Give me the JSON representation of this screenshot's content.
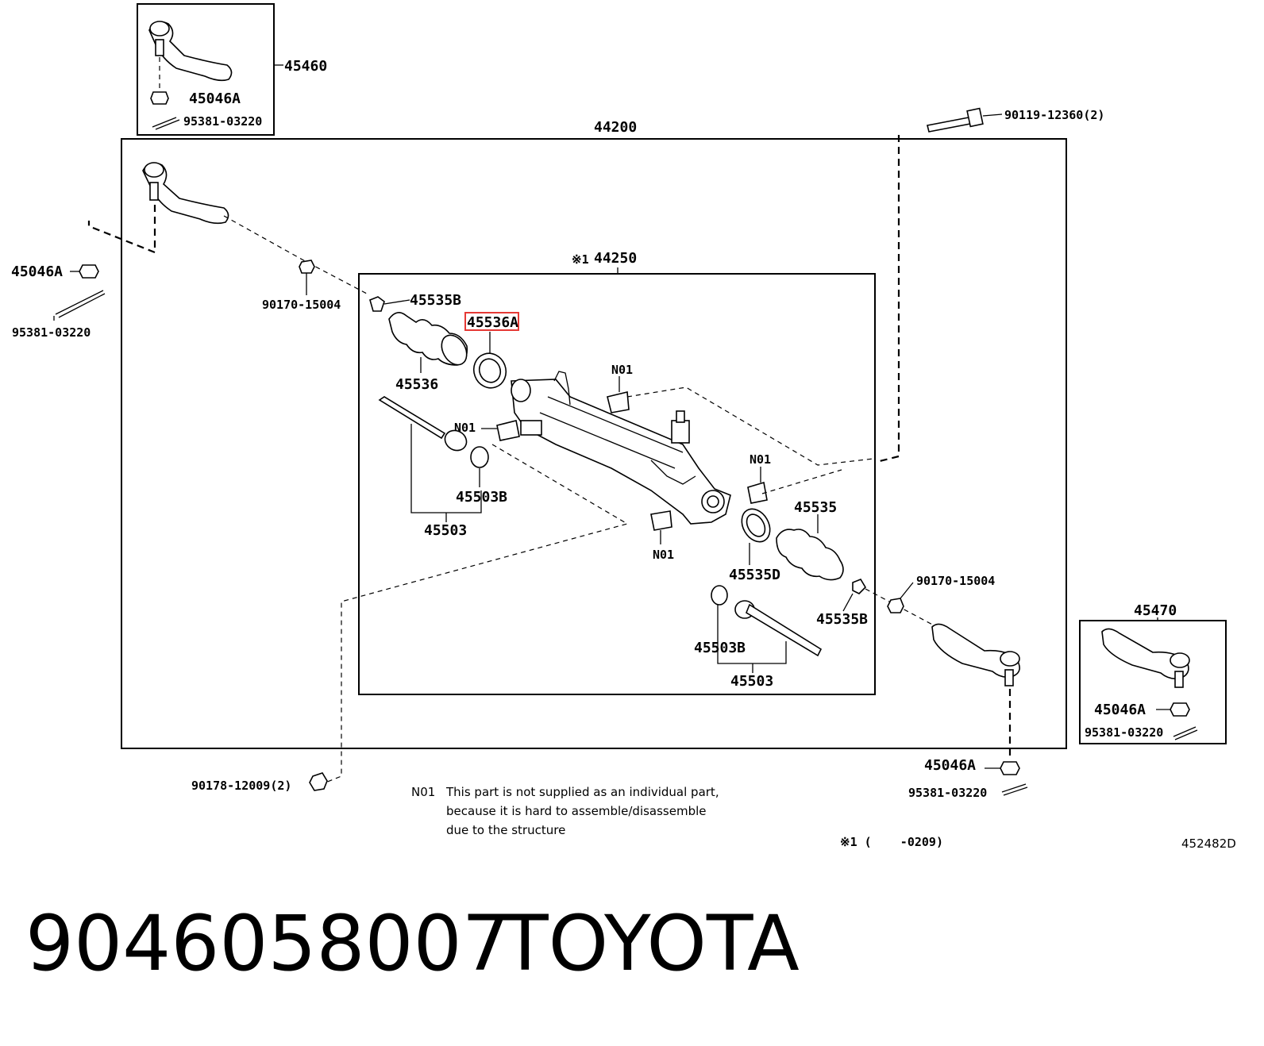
{
  "diagram": {
    "assembly_labels": {
      "main": "44200",
      "sub": "44250",
      "sub_mark": "※1"
    },
    "callouts": [
      {
        "id": "c-45460",
        "text": "45460"
      },
      {
        "id": "c-45046A-topbox",
        "text": "45046A"
      },
      {
        "id": "c-95381-topbox",
        "text": "95381-03220"
      },
      {
        "id": "c-90119",
        "text": "90119-12360(2)"
      },
      {
        "id": "c-45046A-left",
        "text": "45046A"
      },
      {
        "id": "c-95381-left",
        "text": "95381-03220"
      },
      {
        "id": "c-90170-left",
        "text": "90170-15004"
      },
      {
        "id": "c-45535B-top",
        "text": "45535B"
      },
      {
        "id": "c-45536A",
        "text": "45536A"
      },
      {
        "id": "c-45536",
        "text": "45536"
      },
      {
        "id": "c-N01-a",
        "text": "N01"
      },
      {
        "id": "c-N01-b",
        "text": "N01"
      },
      {
        "id": "c-N01-c",
        "text": "N01"
      },
      {
        "id": "c-N01-d",
        "text": "N01"
      },
      {
        "id": "c-45503B-left",
        "text": "45503B"
      },
      {
        "id": "c-45503-left",
        "text": "45503"
      },
      {
        "id": "c-45535",
        "text": "45535"
      },
      {
        "id": "c-45535D",
        "text": "45535D"
      },
      {
        "id": "c-45535B-right",
        "text": "45535B"
      },
      {
        "id": "c-90170-right",
        "text": "90170-15004"
      },
      {
        "id": "c-45503B-right",
        "text": "45503B"
      },
      {
        "id": "c-45503-right",
        "text": "45503"
      },
      {
        "id": "c-45470",
        "text": "45470"
      },
      {
        "id": "c-45046A-rightbox",
        "text": "45046A"
      },
      {
        "id": "c-95381-rightbox",
        "text": "95381-03220"
      },
      {
        "id": "c-45046A-bottom",
        "text": "45046A"
      },
      {
        "id": "c-95381-bottom",
        "text": "95381-03220"
      },
      {
        "id": "c-90178",
        "text": "90178-12009(2)"
      }
    ],
    "highlighted_part": "45536A",
    "note": {
      "code": "N01",
      "lines": [
        "This part is not supplied as an individual part,",
        "because it is hard to assemble/disassemble",
        "due to the structure"
      ]
    },
    "footnote": "※1 (    -0209)",
    "diagram_id": "452482D"
  },
  "caption": {
    "part_number": "9046058007",
    "brand": "TOYOTA"
  },
  "colors": {
    "highlight": "#e53935",
    "ink": "#000000"
  }
}
